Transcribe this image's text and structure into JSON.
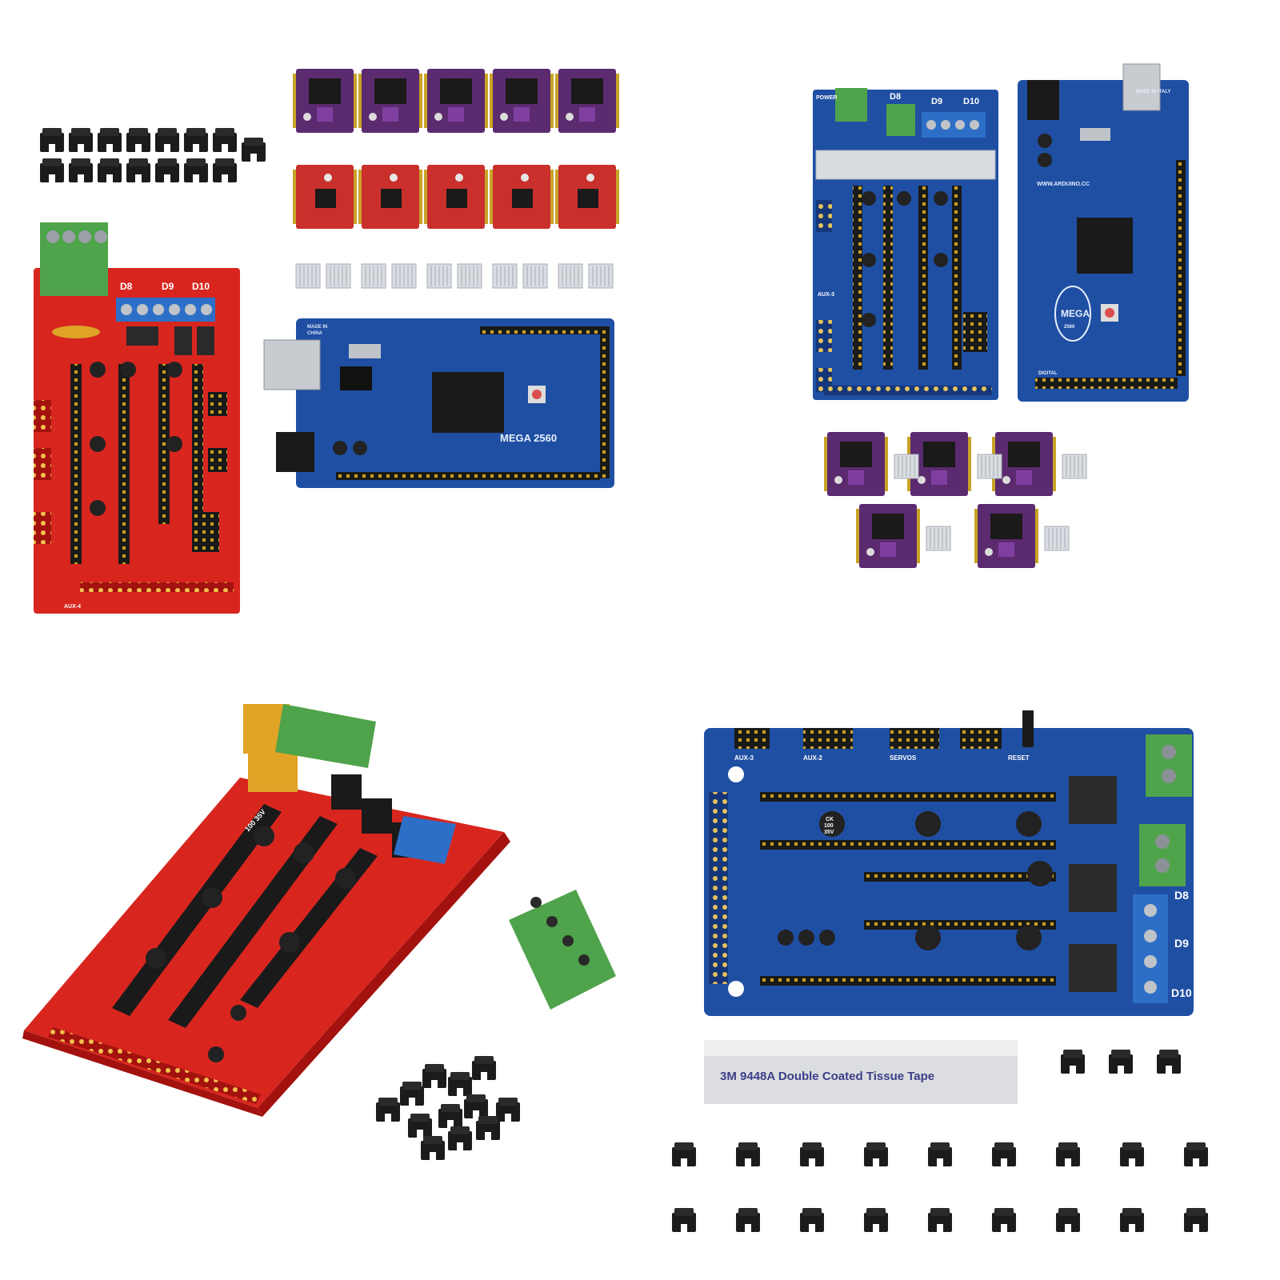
{
  "colors": {
    "background": "#ffffff",
    "ramps_red": "#d8261f",
    "ramps_red_dark": "#a3120e",
    "blue_board": "#1f4fa3",
    "blue_board_dark": "#15367a",
    "driver_purple": "#5b2a6f",
    "driver_red": "#c9302c",
    "terminal_green": "#4fa34a",
    "terminal_blue": "#2d6fc7",
    "jumper_black": "#1b1b1b",
    "heatsink": "#d9dde2",
    "polyfuse_yellow": "#e0a526"
  },
  "icons": [
    "jumper-cap-icon",
    "stepper-driver-icon",
    "heatsink-icon",
    "terminal-block-icon",
    "thermal-tape-icon"
  ],
  "quadrants": {
    "top_left": {
      "mega": {
        "made_in": "MADE IN",
        "china": "CHINA",
        "model": "MEGA 2560"
      },
      "ramps": {
        "d8": "D8",
        "d9": "D9",
        "d10": "D10",
        "aux": "AUX-4"
      }
    },
    "top_right": {
      "ramps": {
        "power": "POWER",
        "d8": "D8",
        "d9": "D9",
        "d10": "D10",
        "aux": "AUX-3"
      },
      "mega": {
        "brand": "WWW.ARDUINO.CC",
        "model": "MEGA",
        "sub": "2560",
        "digital": "DIGITAL",
        "made": "MADE IN ITALY"
      }
    },
    "bottom_left": {
      "ramps": {
        "cap": "100 35V"
      }
    },
    "bottom_right": {
      "board": {
        "d8": "D8",
        "d9": "D9",
        "d10": "D10",
        "aux2": "AUX-2",
        "aux3": "AUX-3",
        "servos": "SERVOS",
        "reset": "RESET",
        "cap_a": "CK",
        "cap_b": "100",
        "cap_c": "35V"
      },
      "tape": {
        "text": "3M 9448A Double Coated Tissue Tape"
      }
    }
  }
}
